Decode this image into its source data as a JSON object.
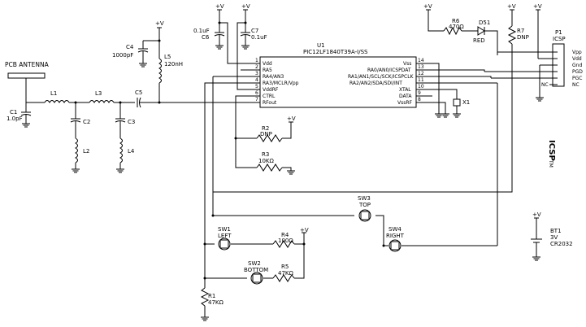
{
  "schematic": {
    "supply": "+V",
    "antenna": "PCB ANTENNA",
    "c1": {
      "ref": "C1",
      "value": "1.0pF"
    },
    "l1": "L1",
    "l2": "L2",
    "l3": "L3",
    "l4": "L4",
    "c2": "C2",
    "c3": "C3",
    "c5": "C5",
    "c4": {
      "ref": "C4",
      "value": "1000pF"
    },
    "l5": {
      "ref": "L5",
      "value": "120nH"
    },
    "c6": {
      "ref": "C6",
      "value": "0.1uF"
    },
    "c7": {
      "ref": "C7",
      "value": "0.1uF"
    },
    "u1": {
      "ref": "U1",
      "part": "PIC12LF1840T39A-I/SS",
      "left_pins": [
        {
          "num": "1",
          "name": "Vdd"
        },
        {
          "num": "2",
          "name": "RA5"
        },
        {
          "num": "3",
          "name": "RA4/AN3"
        },
        {
          "num": "4",
          "name": "RA3/MCLR/Vpp"
        },
        {
          "num": "5",
          "name": "VddRF"
        },
        {
          "num": "6",
          "name": "CTRL"
        },
        {
          "num": "7",
          "name": "RFout"
        }
      ],
      "right_pins": [
        {
          "num": "14",
          "name": "Vss"
        },
        {
          "num": "13",
          "name": "RA0/AN0/ICSPDAT"
        },
        {
          "num": "12",
          "name": "RA1/AN1/SCL/SCK/ICSPCLK"
        },
        {
          "num": "11",
          "name": "RA2/AN2/SDA/SDI/INT"
        },
        {
          "num": "10",
          "name": "XTAL"
        },
        {
          "num": "9",
          "name": "DATA"
        },
        {
          "num": "8",
          "name": "VssRF"
        }
      ]
    },
    "x1": "X1",
    "r2": {
      "ref": "R2",
      "value": "DNP"
    },
    "r3": {
      "ref": "R3",
      "value": "10Kohm"
    },
    "r6": {
      "ref": "R6",
      "value": "470ohm"
    },
    "d51": {
      "ref": "D51",
      "value": "RED"
    },
    "r7": {
      "ref": "R7",
      "value": "DNP"
    },
    "p1": {
      "ref": "P1",
      "name": "ICSP",
      "pins": [
        "Vpp",
        "Vdd",
        "Gnd",
        "PGD",
        "PGC",
        "NC"
      ],
      "nc": "NC"
    },
    "icsp_logo": "ICSP",
    "icsp_tm": "TM",
    "sw1": {
      "ref": "SW1",
      "name": "LEFT"
    },
    "sw2": {
      "ref": "SW2",
      "name": "BOTTOM"
    },
    "sw3": {
      "ref": "SW3",
      "name": "TOP"
    },
    "sw4": {
      "ref": "SW4",
      "name": "RIGHT"
    },
    "r4": {
      "ref": "R4",
      "value": "100ohm"
    },
    "r5": {
      "ref": "R5",
      "value": "47Kohm"
    },
    "r1": {
      "ref": "R1",
      "value": "47Kohm"
    },
    "bt1": {
      "ref": "BT1",
      "voltage": "3V",
      "part": "CR2032"
    }
  }
}
